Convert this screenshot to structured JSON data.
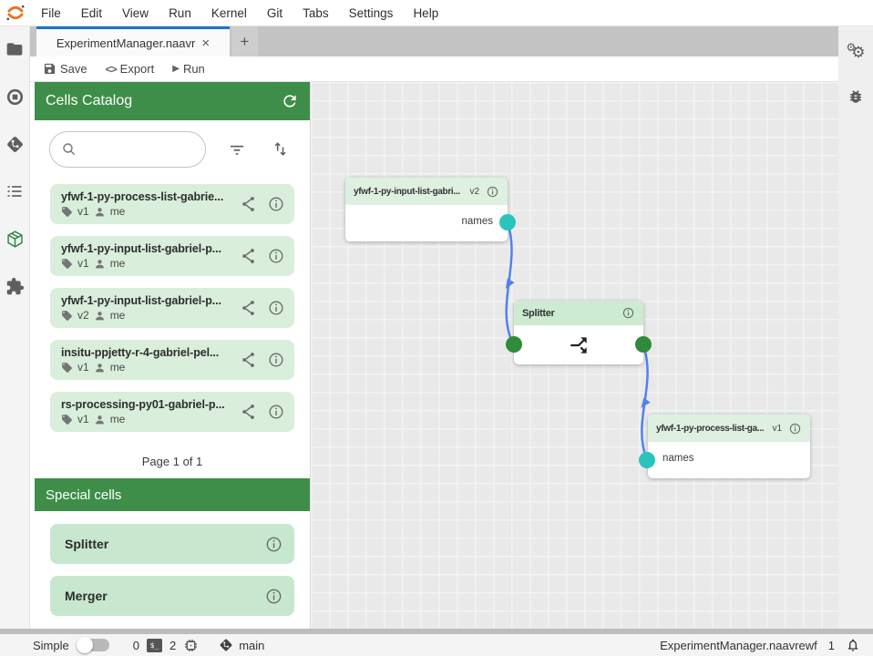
{
  "menu_bar": {
    "items": [
      "File",
      "Edit",
      "View",
      "Run",
      "Kernel",
      "Git",
      "Tabs",
      "Settings",
      "Help"
    ]
  },
  "tab_bar": {
    "active_tab": "ExperimentManager.naavr",
    "close_glyph": "×",
    "new_tab_glyph": "+"
  },
  "toolbar": {
    "save_label": "Save",
    "export_label": "Export",
    "run_label": "Run",
    "export_icon_glyph": "<>",
    "run_icon_glyph": "▶"
  },
  "catalog": {
    "title": "Cells Catalog",
    "search_value": "",
    "cells": [
      {
        "title": "yfwf-1-py-process-list-gabrie...",
        "version": "v1",
        "owner": "me"
      },
      {
        "title": "yfwf-1-py-input-list-gabriel-p...",
        "version": "v1",
        "owner": "me"
      },
      {
        "title": "yfwf-1-py-input-list-gabriel-p...",
        "version": "v2",
        "owner": "me"
      },
      {
        "title": "insitu-ppjetty-r-4-gabriel-pel...",
        "version": "v1",
        "owner": "me"
      },
      {
        "title": "rs-processing-py01-gabriel-p...",
        "version": "v1",
        "owner": "me"
      }
    ],
    "pagination": "Page 1 of 1",
    "special_title": "Special cells",
    "special_cells": [
      {
        "title": "Splitter"
      },
      {
        "title": "Merger"
      }
    ]
  },
  "canvas": {
    "nodes": [
      {
        "title": "yfwf-1-py-input-list-gabri...",
        "version": "v2",
        "output_port": "names"
      },
      {
        "title": "Splitter"
      },
      {
        "title": "yfwf-1-py-process-list-ga...",
        "version": "v1",
        "input_port": "names"
      }
    ],
    "edges": [
      {
        "from": "yfwf-1-py-input-list-gabri...:names",
        "to": "Splitter:input"
      },
      {
        "from": "Splitter:output",
        "to": "yfwf-1-py-process-list-ga...:names"
      }
    ]
  },
  "status_bar": {
    "simple_label": "Simple",
    "terminals_count": "0",
    "kernels_count": "2",
    "branch": "main",
    "document": "ExperimentManager.naavrewf",
    "notifications_count": "1"
  },
  "colors": {
    "header_green": "#3e8e49",
    "cell_card_green": "#d9eedb",
    "special_card_green": "#c7e8cf",
    "node_header_green": "#def0e0",
    "edge_blue": "#4f83ec",
    "port_teal": "#29c5bd",
    "port_green": "#2f8b3a",
    "active_tab_accent": "#1976d2",
    "logo_orange": "#e8762c"
  }
}
